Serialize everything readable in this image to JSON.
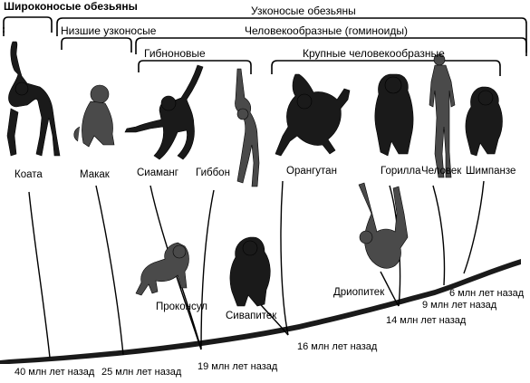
{
  "groups": {
    "platyrrhini": "Широконосые обезьяны",
    "catarrhini": "Узконосые обезьяны",
    "lower_catarrhini": "Низшие узконосые",
    "hominoids": "Человекообразные (гоминоиды)",
    "gibbons": "Гибноновые",
    "great_apes": "Крупные человекообразные"
  },
  "species": {
    "coata": "Коата",
    "macaque": "Макак",
    "siamang": "Сиаманг",
    "gibbon": "Гиббон",
    "orangutan": "Орангутан",
    "gorilla": "Горилла",
    "human": "Человек",
    "chimpanzee": "Шимпанзе",
    "proconsul": "Проконсул",
    "sivapithecus": "Сивапитек",
    "dryopithecus": "Дриопитек"
  },
  "times": {
    "t40": "40 млн лет назад",
    "t25": "25 млн лет назад",
    "t19": "19 млн лет назад",
    "t16": "16 млн лет назад",
    "t14": "14 млн лет назад",
    "t9": "9 млн лет назад",
    "t6": "6 млн лет назад"
  }
}
